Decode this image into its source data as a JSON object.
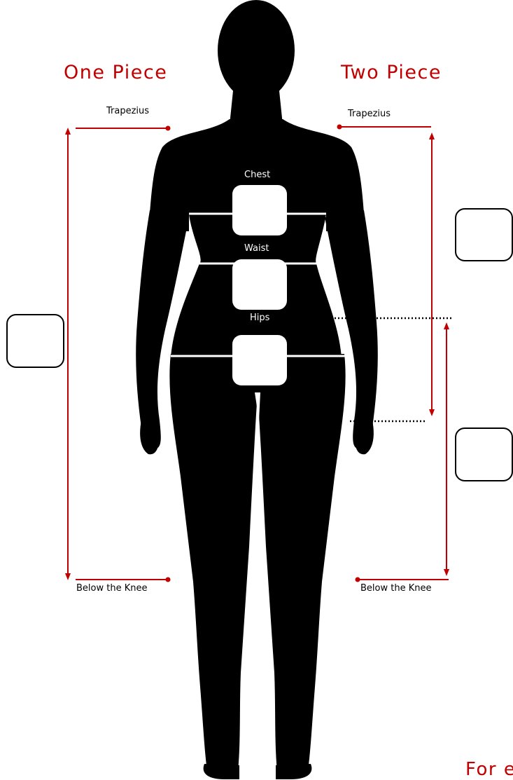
{
  "titles": {
    "one_piece": "One Piece",
    "two_piece": "Two Piece",
    "footer_partial": "For e"
  },
  "left": {
    "top_label": "Trapezius",
    "bottom_label": "Below the Knee"
  },
  "right": {
    "top_label": "Trapezius",
    "bottom_label": "Below the Knee"
  },
  "body_labels": {
    "chest": "Chest",
    "waist": "Waist",
    "hips": "Hips"
  },
  "colors": {
    "accent": "#c00000",
    "silhouette": "#000000",
    "background": "#ffffff"
  }
}
